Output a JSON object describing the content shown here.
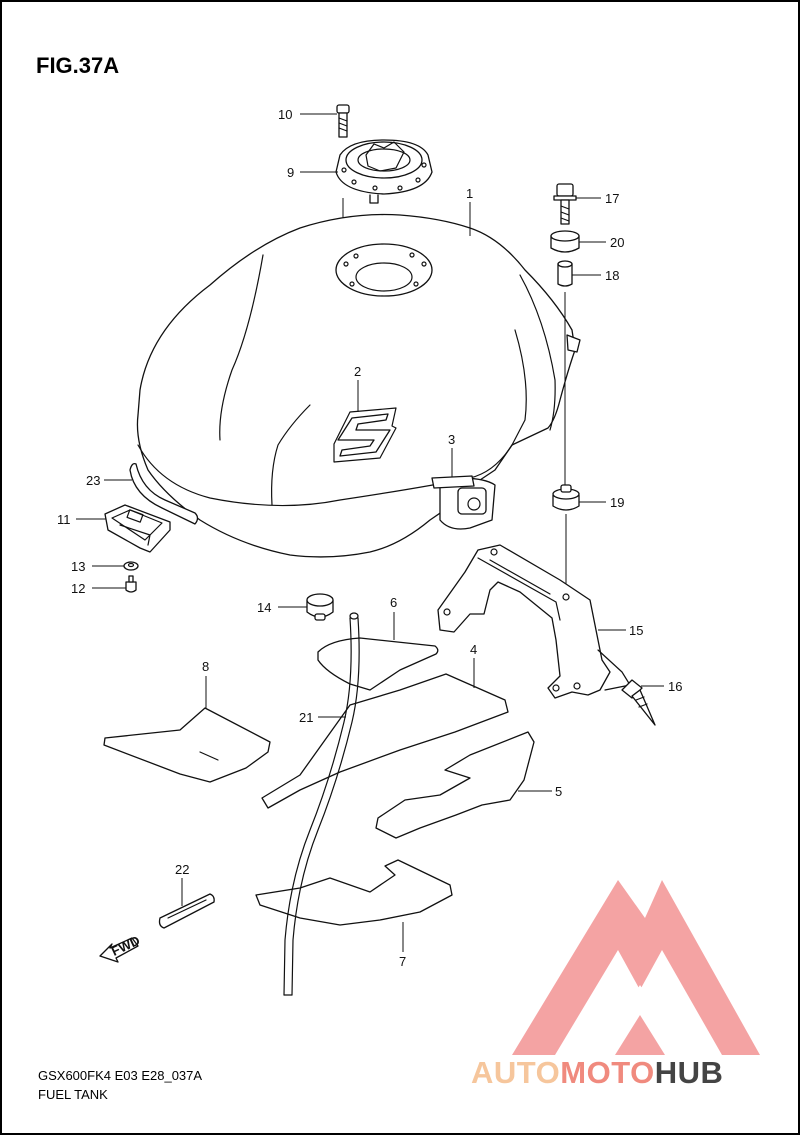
{
  "figure": {
    "title": "FIG.37A",
    "model_code": "GSX600FK4 E03 E28_037A",
    "caption": "FUEL TANK",
    "fwd_label": "FWD"
  },
  "callouts": [
    {
      "id": "c1",
      "label": "1"
    },
    {
      "id": "c2",
      "label": "2"
    },
    {
      "id": "c3",
      "label": "3"
    },
    {
      "id": "c4",
      "label": "4"
    },
    {
      "id": "c5",
      "label": "5"
    },
    {
      "id": "c6",
      "label": "6"
    },
    {
      "id": "c7",
      "label": "7"
    },
    {
      "id": "c8",
      "label": "8"
    },
    {
      "id": "c9",
      "label": "9"
    },
    {
      "id": "c10",
      "label": "10"
    },
    {
      "id": "c11",
      "label": "11"
    },
    {
      "id": "c12",
      "label": "12"
    },
    {
      "id": "c13",
      "label": "13"
    },
    {
      "id": "c14",
      "label": "14"
    },
    {
      "id": "c15",
      "label": "15"
    },
    {
      "id": "c16",
      "label": "16"
    },
    {
      "id": "c17",
      "label": "17"
    },
    {
      "id": "c18",
      "label": "18"
    },
    {
      "id": "c19",
      "label": "19"
    },
    {
      "id": "c20",
      "label": "20"
    },
    {
      "id": "c21",
      "label": "21"
    },
    {
      "id": "c22",
      "label": "22"
    },
    {
      "id": "c23",
      "label": "23"
    }
  ],
  "watermark": {
    "part1": "AUTO",
    "part2": "MOTO",
    "part3": "HUB",
    "color_light": "#f6c69c",
    "color_mid": "#f08a7e",
    "color_dark": "#444444",
    "logo_color": "#f39a9a"
  }
}
